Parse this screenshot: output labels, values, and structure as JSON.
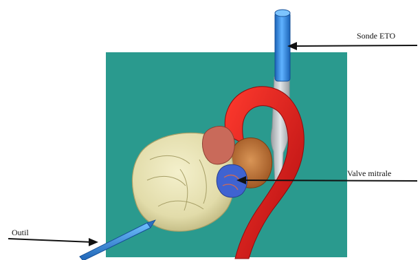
{
  "labels": {
    "sonde": "Sonde ETO",
    "valve": "Valve mitrale",
    "outil": "Outil"
  },
  "colors": {
    "background_panel": "#2a9a8e",
    "probe": "#2f86e0",
    "probe_shaft": "#c9cdd0",
    "aorta": "#e3171a",
    "heart_tissue": "#e8e2b3",
    "atrium": "#c96a5a",
    "mitral_valve": "#3f63d1",
    "left_atrium": "#c0722e",
    "tool": "#2f86e0",
    "arrow": "#111111"
  }
}
